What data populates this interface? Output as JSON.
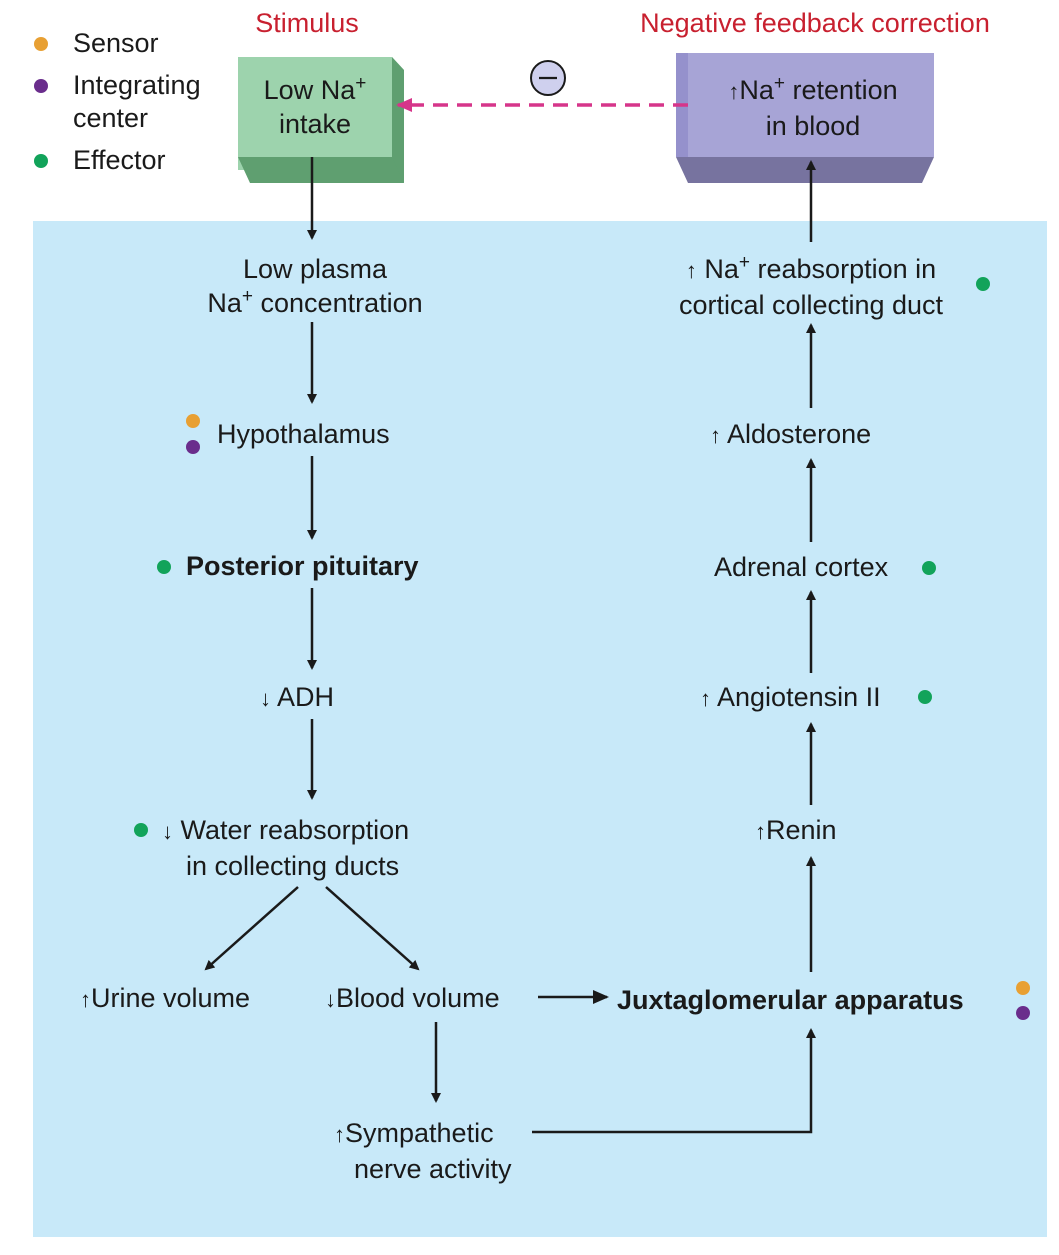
{
  "colors": {
    "sensor": "#e8a033",
    "integrating": "#6a2d8c",
    "effector": "#12a35a",
    "panel": "#c8e9f9",
    "stimulus_box": "#9dd3ad",
    "correction_box": "#a7a4d6",
    "heading": "#c8202f",
    "feedback_line": "#d6358a"
  },
  "legend": {
    "sensor": "Sensor",
    "integrating": "Integrating center",
    "effector": "Effector"
  },
  "headings": {
    "stimulus": "Stimulus",
    "correction": "Negative feedback correction"
  },
  "feedback_sign": "⊖",
  "arrows": {
    "up": "↑",
    "down": "↓"
  },
  "na": {
    "base": "Na",
    "charge": "+"
  },
  "nodes": {
    "stimulus_box": {
      "line1_pre": "Low",
      "line2": "intake"
    },
    "correction_box": {
      "line1_post": "retention",
      "line2": "in blood"
    },
    "low_plasma": {
      "line1": "Low plasma",
      "line2_post": "concentration"
    },
    "hypothalamus": "Hypothalamus",
    "posterior_pituitary": "Posterior pituitary",
    "adh": "ADH",
    "water_reabsorption": {
      "line1": "Water reabsorption",
      "line2": "in collecting ducts"
    },
    "urine_volume": "Urine volume",
    "blood_volume": "Blood volume",
    "juxtaglomerular": "Juxtaglomerular apparatus",
    "sympathetic": {
      "line1": "Sympathetic",
      "line2": "nerve activity"
    },
    "renin": "Renin",
    "angiotensin": "Angiotensin II",
    "adrenal_cortex": "Adrenal cortex",
    "aldosterone": "Aldosterone",
    "na_reabsorption": {
      "line1_post": "reabsorption in",
      "line2": "cortical collecting duct"
    }
  }
}
